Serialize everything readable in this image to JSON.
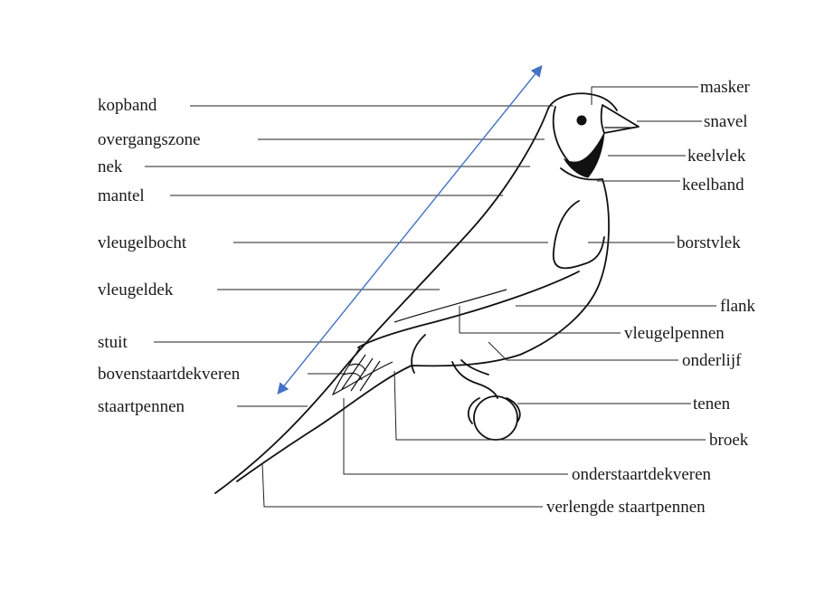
{
  "diagram": {
    "subject": "bird topography",
    "arrow_color": "#4472C4",
    "labels_left": [
      {
        "id": "kopband",
        "text": "kopband"
      },
      {
        "id": "overgangszone",
        "text": "overgangszone"
      },
      {
        "id": "nek",
        "text": "nek"
      },
      {
        "id": "mantel",
        "text": "mantel"
      },
      {
        "id": "vleugelbocht",
        "text": "vleugelbocht"
      },
      {
        "id": "vleugeldek",
        "text": "vleugeldek"
      },
      {
        "id": "stuit",
        "text": "stuit"
      },
      {
        "id": "bovenstaartdekveren",
        "text": "bovenstaartdekveren"
      },
      {
        "id": "staartpennen",
        "text": "staartpennen"
      }
    ],
    "labels_right": [
      {
        "id": "masker",
        "text": "masker"
      },
      {
        "id": "snavel",
        "text": "snavel"
      },
      {
        "id": "keelvlek",
        "text": "keelvlek"
      },
      {
        "id": "keelband",
        "text": "keelband"
      },
      {
        "id": "borstvlek",
        "text": "borstvlek"
      },
      {
        "id": "flank",
        "text": "flank"
      },
      {
        "id": "vleugelpennen",
        "text": "vleugelpennen"
      },
      {
        "id": "onderlijf",
        "text": "onderlijf"
      },
      {
        "id": "tenen",
        "text": "tenen"
      },
      {
        "id": "broek",
        "text": "broek"
      },
      {
        "id": "onderstaartdekveren",
        "text": "onderstaartdekveren"
      },
      {
        "id": "verlengde_staartpennen",
        "text": "verlengde staartpennen"
      }
    ]
  }
}
